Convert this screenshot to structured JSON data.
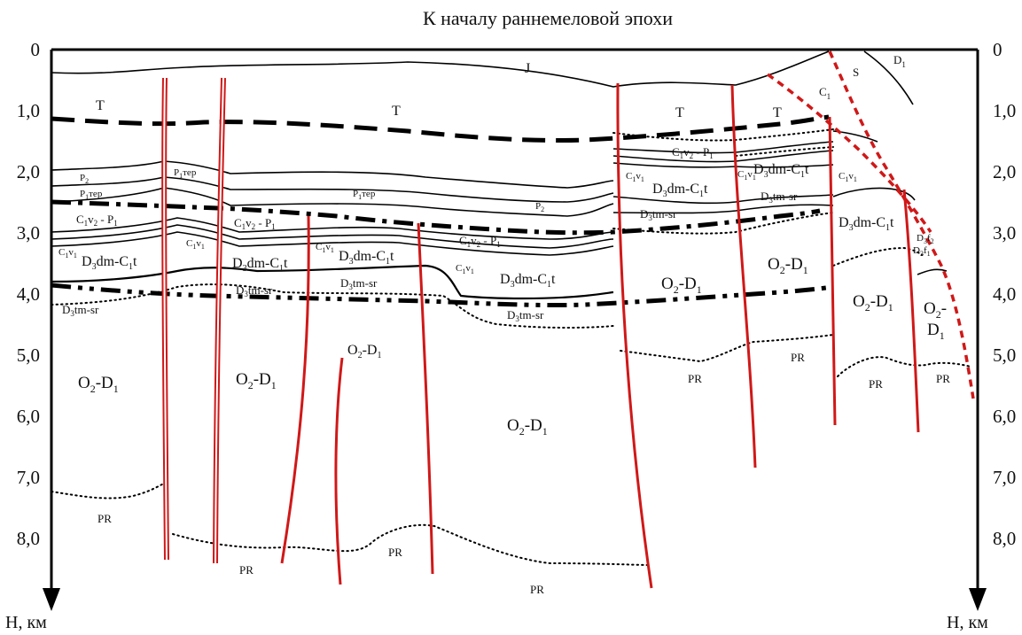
{
  "title": "К началу раннемеловой эпохи",
  "axis": {
    "left_label": "H, км",
    "right_label": "H, км",
    "ticks": [
      "0",
      "1,0",
      "2,0",
      "3,0",
      "4,0",
      "5,0",
      "6,0",
      "7,0",
      "8,0"
    ]
  },
  "units": [
    {
      "base": "J",
      "sub": ""
    },
    {
      "base": "T",
      "sub": ""
    },
    {
      "base": "P",
      "sub": "2"
    },
    {
      "base": "P",
      "sub": "1",
      "suffix": "тер"
    },
    {
      "base": "C",
      "sub": "1",
      "mid": "v",
      "sub2": "2",
      "tail": " - P",
      "sub3": "1"
    },
    {
      "base": "C",
      "sub": "1",
      "mid": "v",
      "sub2": "1"
    },
    {
      "base": "D",
      "sub": "3",
      "suffix": "dm-C",
      "sub2": "1",
      "tail": "t"
    },
    {
      "base": "D",
      "sub": "3",
      "suffix": "tm-sr"
    },
    {
      "base": "O",
      "sub": "2",
      "suffix": "-D",
      "sub2": "1"
    },
    {
      "base": "PR",
      "sub": ""
    },
    {
      "base": "S",
      "sub": ""
    },
    {
      "base": "D",
      "sub": "1"
    },
    {
      "base": "C",
      "sub": "1"
    },
    {
      "base": "D",
      "sub": "3",
      "suffix": "f",
      "sub2": "2"
    },
    {
      "base": "D",
      "sub": "3",
      "suffix": "f",
      "sub2": "1"
    }
  ],
  "colors": {
    "fault": "#d01818",
    "boundary": "#000000"
  }
}
